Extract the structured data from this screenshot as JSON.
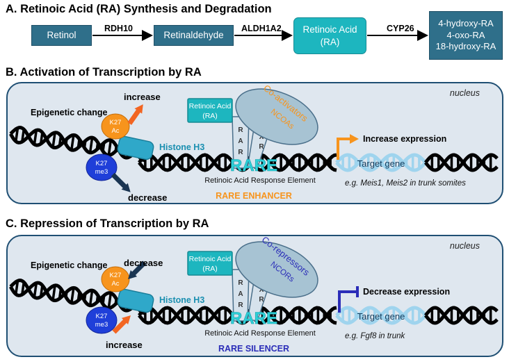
{
  "sectionA": {
    "title": "A. Retinoic Acid (RA) Synthesis and Degradation",
    "retinol": "Retinol",
    "enzyme1": "RDH10",
    "retinaldehyde": "Retinaldehyde",
    "enzyme2": "ALDH1A2",
    "ra_line1": "Retinoic Acid",
    "ra_line2": "(RA)",
    "enzyme3": "CYP26",
    "metabolites": [
      "4-hydroxy-RA",
      "4-oxo-RA",
      "18-hydroxy-RA"
    ]
  },
  "sectionB": {
    "title": "B. Activation of Transcription by RA",
    "nucleus": "nucleus",
    "epigenetic": "Epigenetic change",
    "k27ac": [
      "K27",
      "Ac"
    ],
    "k27me3": [
      "K27",
      "me3"
    ],
    "ac_change": "increase",
    "me3_change": "decrease",
    "histone": "Histone H3",
    "ra_line1": "Retinoic Acid",
    "ra_line2": "(RA)",
    "rar": [
      "R",
      "A",
      "R"
    ],
    "rxr": [
      "R",
      "X",
      "R"
    ],
    "coreg_line1": "Co-activators",
    "coreg_line2": "NCOAs",
    "rare": "RARE",
    "rare_caption": "Retinoic Acid Response  Element",
    "expression": "Increase expression",
    "target": "Target gene",
    "example": "e.g. Meis1, Meis2 in trunk somites",
    "element_type": "RARE ENHANCER"
  },
  "sectionC": {
    "title": "C. Repression of Transcription by RA",
    "nucleus": "nucleus",
    "epigenetic": "Epigenetic change",
    "k27ac": [
      "K27",
      "Ac"
    ],
    "k27me3": [
      "K27",
      "me3"
    ],
    "ac_change": "decrease",
    "me3_change": "increase",
    "histone": "Histone H3",
    "ra_line1": "Retinoic Acid",
    "ra_line2": "(RA)",
    "rar": [
      "R",
      "A",
      "R"
    ],
    "rxr": [
      "R",
      "X",
      "R"
    ],
    "coreg_line1": "Co-repressors",
    "coreg_line2": "NCORs",
    "rare": "RARE",
    "rare_caption": "Retinoic Acid Response  Element",
    "expression": "Decrease expression",
    "target": "Target gene",
    "example": "e.g. Fgf8 in trunk",
    "element_type": "RARE SILENCER"
  },
  "colors": {
    "steel_box": "#2f6f8a",
    "teal_box": "#1db6bf",
    "nucleus_bg": "#dfe7ef",
    "acetyl": "#f7941d",
    "methyl": "#1f3fd9",
    "increase_arrow": "#f26522",
    "decrease_arrow": "#1a3552",
    "histone_text": "#1a8fb0",
    "enhancer_text": "#f7941d",
    "silencer_text": "#2b2db8",
    "activator_text": "#f7941d",
    "repressor_text": "#2b2db8",
    "gene_strand": "#9fd4ee",
    "promoter_up": "#f7941d",
    "promoter_down": "#2b2db8"
  },
  "icons": {
    "arrow": "right-arrow",
    "promoter_activate": "bent-arrow-icon",
    "promoter_repress": "blunt-arrow-icon"
  }
}
